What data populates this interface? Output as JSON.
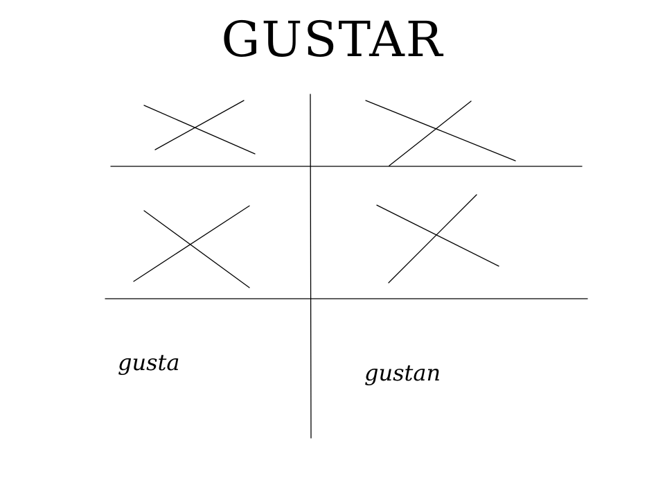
{
  "slide": {
    "title": "GUSTAR",
    "labels": {
      "singular": "gusta",
      "plural": "gustan"
    }
  },
  "colors": {
    "background": "#ffffff",
    "ink": "#000000"
  },
  "diagram": {
    "structure": "two-column table with crossed-out cells in the upper two rows",
    "crossed_cells": 4
  }
}
